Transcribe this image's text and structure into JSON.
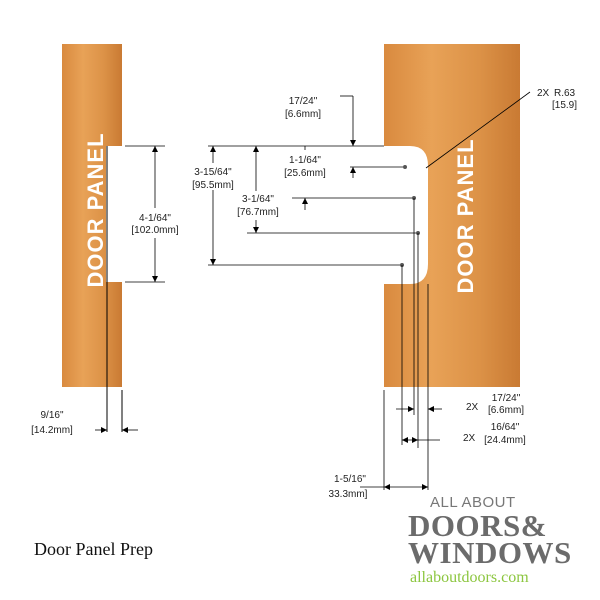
{
  "panel_label": "DOOR PANEL",
  "dimensions": {
    "cutout_height": {
      "imperial": "4-1/64\"",
      "metric": "[102.0mm]"
    },
    "panel_offset": {
      "imperial": "9/16\"",
      "metric": "[14.2mm]"
    },
    "top_offset": {
      "imperial": "17/24\"",
      "metric": "[6.6mm]"
    },
    "first_hole": {
      "imperial": "1-1/64\"",
      "metric": "[25.6mm]"
    },
    "overall_hole": {
      "imperial": "3-15/64\"",
      "metric": "[95.5mm]"
    },
    "middle_hole": {
      "imperial": "3-1/64\"",
      "metric": "[76.7mm]"
    },
    "radius": {
      "qty": "2X",
      "imperial": "R.63",
      "metric": "[15.9]"
    },
    "hole_edge": {
      "qty": "2X",
      "imperial": "17/24\"",
      "metric": "[6.6mm]"
    },
    "hole_spacing": {
      "qty": "2X",
      "imperial": "16/64\"",
      "metric": "[24.4mm]"
    },
    "depth": {
      "imperial": "1-5/16\"",
      "metric": "33.3mm]"
    }
  },
  "logo": {
    "line1": "ALL ABOUT",
    "line2": "DOORS&",
    "line3": "WINDOWS",
    "url": "allaboutdoors.com"
  },
  "caption": "Door Panel Prep",
  "colors": {
    "wood_light": "#e39b4c",
    "wood_dark": "#c8742f",
    "line": "#000000",
    "logo_green": "#8cc63f"
  }
}
